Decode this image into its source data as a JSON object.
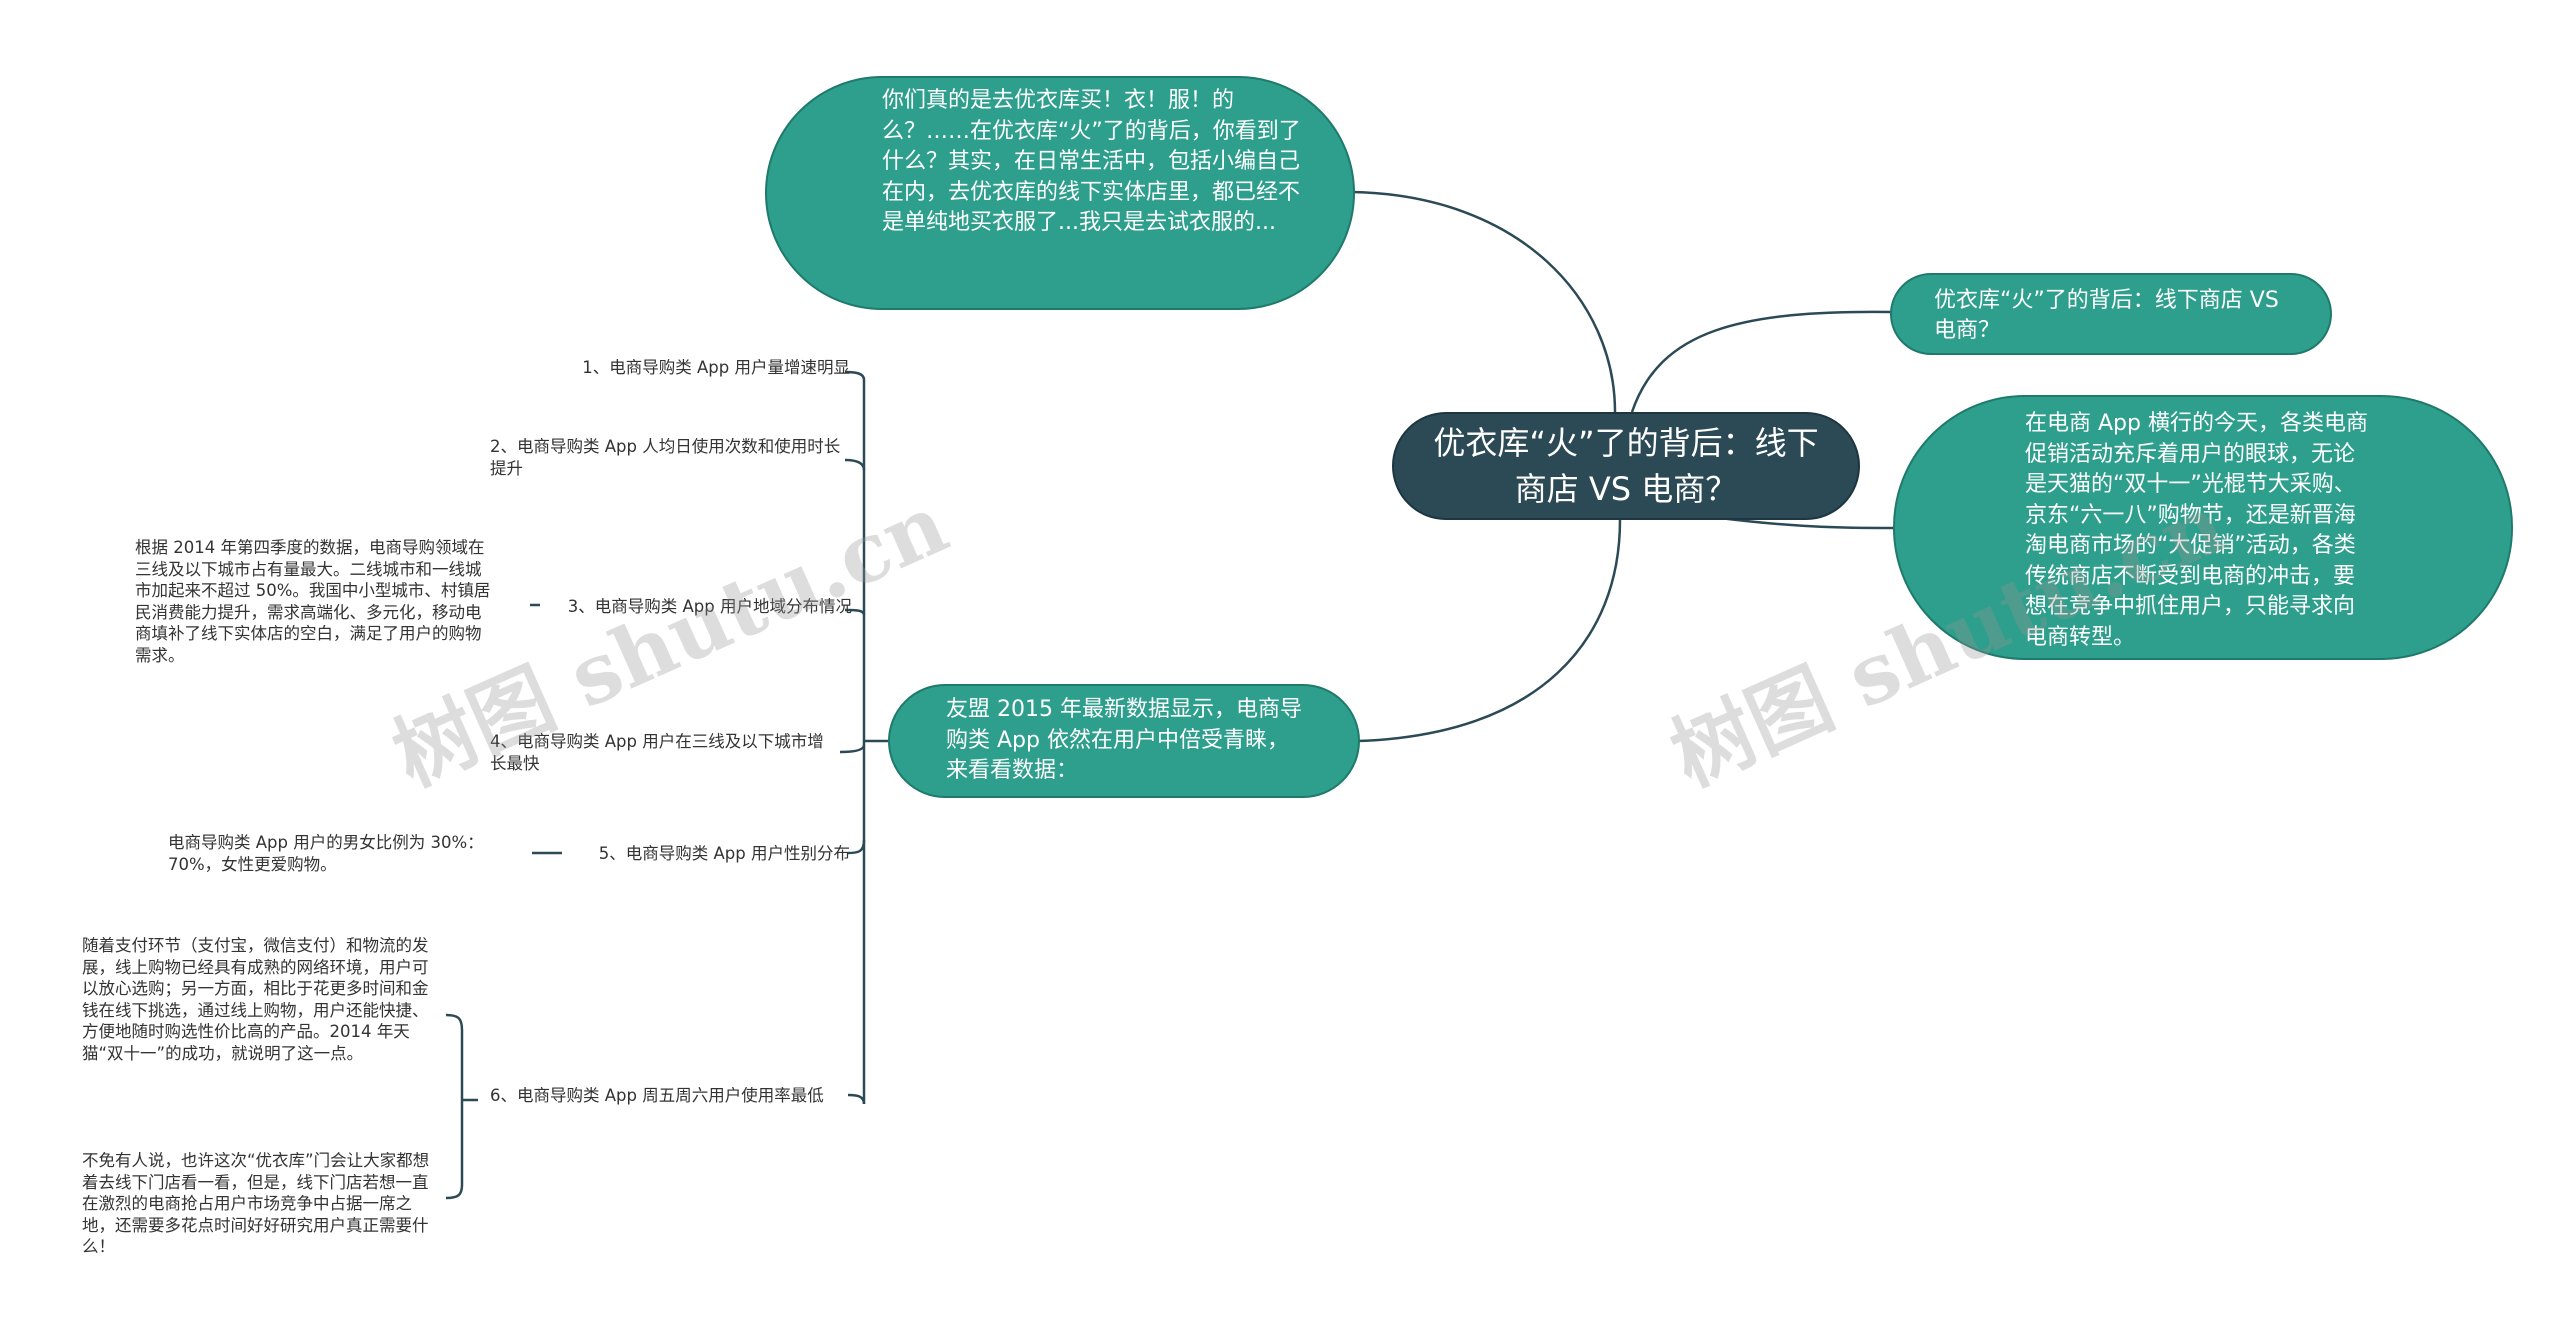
{
  "central": "优衣库“火”了的背后：线下商店 VS 电商？",
  "top_node": "你们真的是去优衣库买！衣！服！的么？……在优衣库“火”了的背后，你看到了什么？其实，在日常生活中，包括小编自己在内，去优衣库的线下实体店里，都已经不是单纯地买衣服了...我只是去试衣服的...",
  "right_title": "优衣库“火”了的背后：线下商店 VS 电商？",
  "right_desc": "在电商 App 横行的今天，各类电商促销活动充斥着用户的眼球，无论是天猫的“双十一”光棍节大采购、京东“六一八”购物节，还是新晋海淘电商市场的“大促销”活动，各类传统商店不断受到电商的冲击，要想在竞争中抓住用户，只能寻求向电商转型。",
  "bottom_node": "友盟 2015 年最新数据显示，电商导购类 App 依然在用户中倍受青睐，来看看数据：",
  "items": [
    "1、电商导购类 App 用户量增速明显",
    "2、电商导购类 App 人均日使用次数和使用时长提升",
    "3、电商导购类 App 用户地域分布情况",
    "4、电商导购类 App 用户在三线及以下城市增长最快",
    "5、电商导购类 App 用户性别分布",
    "6、电商导购类 App 周五周六用户使用率最低"
  ],
  "leaf_3": "根据 2014 年第四季度的数据，电商导购领域在三线及以下城市占有量最大。二线城市和一线城市加起来不超过 50%。我国中小型城市、村镇居民消费能力提升，需求高端化、多元化，移动电商填补了线下实体店的空白，满足了用户的购物需求。",
  "leaf_5": "电商导购类 App 用户的男女比例为 30%：70%，女性更爱购物。",
  "leaf_6a": "随着支付环节（支付宝，微信支付）和物流的发展，线上购物已经具有成熟的网络环境，用户可以放心选购；另一方面，相比于花更多时间和金钱在线下挑选，通过线上购物，用户还能快捷、方便地随时购选性价比高的产品。2014 年天猫“双十一”的成功，就说明了这一点。",
  "leaf_6b": "不免有人说，也许这次“优衣库”门会让大家都想着去线下门店看一看，但是，线下门店若想一直在激烈的电商抢占用户市场竞争中占据一席之地，还需要多花点时间好好研究用户真正需要什么！",
  "watermark": "树图 shutu.cn",
  "colors": {
    "teal": "#2e9f8c",
    "central": "#2b4a55",
    "line": "#2b4a55"
  }
}
